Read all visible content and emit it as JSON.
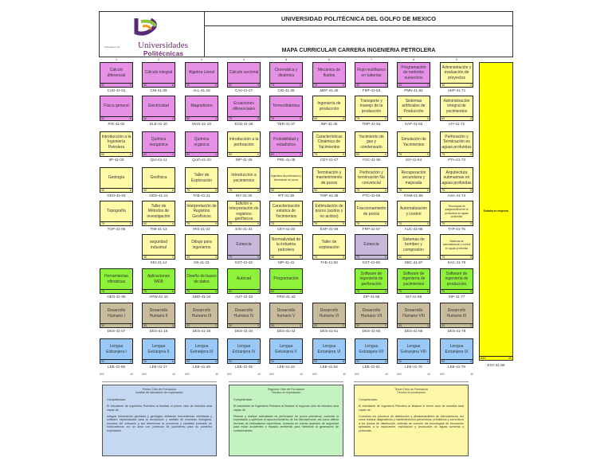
{
  "header": {
    "logo": {
      "small": "Subsistema de",
      "line1": "Universidades",
      "line2": "Politécnicas"
    },
    "title": "UNIVERSIDAD POLITÉCNICA DEL GOLFO DE MEXICO",
    "subtitle": "MAPA CURRICULAR CARRERA INGENIERIA PETROLERA"
  },
  "columns": [
    "1",
    "2",
    "3",
    "4",
    "5",
    "6",
    "7",
    "8",
    "9"
  ],
  "courses": [
    {
      "col": 0,
      "row": 0,
      "name": "Cálculo diferencial",
      "hours": "90",
      "credits": "6",
      "code": "CAD-41-01",
      "color": "pink"
    },
    {
      "col": 1,
      "row": 0,
      "name": "Cálculo integral",
      "hours": "90",
      "credits": "6",
      "code": "CNI-41-09",
      "color": "pink"
    },
    {
      "col": 2,
      "row": 0,
      "name": "Algebra Lineal",
      "hours": "90",
      "credits": "6",
      "code": "ALL-41-18",
      "color": "pink"
    },
    {
      "col": 3,
      "row": 0,
      "name": "Cálculo vectorial",
      "hours": "60",
      "credits": "4",
      "code": "CAV-41-27",
      "color": "pink"
    },
    {
      "col": 4,
      "row": 0,
      "name": "Cinemática y dinámica",
      "hours": "75",
      "credits": "5",
      "code": "CID-41-36",
      "color": "pink"
    },
    {
      "col": 5,
      "row": 0,
      "name": "Mecánica de fluidos",
      "hours": "75",
      "credits": "5",
      "code": "MEF-41-45",
      "color": "pink"
    },
    {
      "col": 6,
      "row": 0,
      "name": "Flujo multifasico en tuberías",
      "hours": "45",
      "credits": "3",
      "code": "FMT-41-53",
      "color": "pink"
    },
    {
      "col": 7,
      "row": 0,
      "name": "Programación de metodos numericos",
      "hours": "45",
      "credits": "3",
      "code": "PMN-41-62",
      "color": "pink"
    },
    {
      "col": 8,
      "row": 0,
      "name": "Administración y evaluación de proyectos",
      "hours": "30",
      "credits": "2",
      "code": "AEP-41-71",
      "color": "yellow"
    },
    {
      "col": 0,
      "row": 1,
      "name": "Física general",
      "hours": "90",
      "credits": "6",
      "code": "FIG-41-02",
      "color": "pink"
    },
    {
      "col": 1,
      "row": 1,
      "name": "Electricidad",
      "hours": "60",
      "credits": "4",
      "code": "ELE-41-10",
      "color": "pink"
    },
    {
      "col": 2,
      "row": 1,
      "name": "Magnetismo",
      "hours": "60",
      "credits": "4",
      "code": "MAG-41-19",
      "color": "pink"
    },
    {
      "col": 3,
      "row": 1,
      "name": "Ecuaciones diferenciales",
      "hours": "75",
      "credits": "5",
      "code": "ECD-41-28",
      "color": "pink"
    },
    {
      "col": 4,
      "row": 1,
      "name": "Termodinámica",
      "hours": "75",
      "credits": "5",
      "code": "TER-41-37",
      "color": "pink"
    },
    {
      "col": 5,
      "row": 1,
      "name": "Ingeniería de producción",
      "hours": "90",
      "credits": "6",
      "code": "INP-41-46",
      "color": "yellow"
    },
    {
      "col": 6,
      "row": 1,
      "name": "Transporte y manejo de la producción",
      "hours": "75",
      "credits": "5",
      "code": "TMP-41-54",
      "color": "yellow"
    },
    {
      "col": 7,
      "row": 1,
      "name": "Sistemas artificiales de Producción",
      "hours": "75",
      "credits": "5",
      "code": "SAP-41-63",
      "color": "yellow"
    },
    {
      "col": 8,
      "row": 1,
      "name": "Administración integral de yacimientos",
      "hours": "60",
      "credits": "4",
      "code": "AIY-41-72",
      "color": "yellow"
    },
    {
      "col": 0,
      "row": 2,
      "name": "Introducción a la Ingeniería Petrolera",
      "hours": "60",
      "credits": "4",
      "code": "IIP-41-03",
      "color": "yellow"
    },
    {
      "col": 1,
      "row": 2,
      "name": "Química inorgánica",
      "hours": "60",
      "credits": "4",
      "code": "QUI-41-11",
      "color": "pink"
    },
    {
      "col": 2,
      "row": 2,
      "name": "Química orgánica",
      "hours": "60",
      "credits": "4",
      "code": "QUO-41-20",
      "color": "pink"
    },
    {
      "col": 3,
      "row": 2,
      "name": "Introducción a la perforación",
      "hours": "60",
      "credits": "4",
      "code": "INP-41-29",
      "color": "yellow"
    },
    {
      "col": 4,
      "row": 2,
      "name": "Probabilidad y estadística",
      "hours": "60",
      "credits": "4",
      "code": "PRE-41-38",
      "color": "pink"
    },
    {
      "col": 5,
      "row": 2,
      "name": "Características Dinámica de Yacimientos",
      "hours": "75",
      "credits": "5",
      "code": "CDY-41-47",
      "color": "yellow"
    },
    {
      "col": 6,
      "row": 2,
      "name": "Yacimiento de gas y condensado",
      "hours": "60",
      "credits": "4",
      "code": "YGC-41-55",
      "color": "yellow"
    },
    {
      "col": 7,
      "row": 2,
      "name": "Simulación de Yacimientos",
      "hours": "75",
      "credits": "5",
      "code": "SIY-41-64",
      "color": "yellow"
    },
    {
      "col": 8,
      "row": 2,
      "name": "Perforación y Terminación en aguas profundas",
      "hours": "75",
      "credits": "5",
      "code": "PTA-41-73",
      "color": "yellow"
    },
    {
      "col": 0,
      "row": 3,
      "name": "Geología",
      "hours": "90",
      "credits": "6",
      "code": "GEO-41-04",
      "color": "yellow"
    },
    {
      "col": 1,
      "row": 3,
      "name": "Geofísica",
      "hours": "90",
      "credits": "6",
      "code": "GEO-41-12",
      "color": "yellow"
    },
    {
      "col": 2,
      "row": 3,
      "name": "Taller de Exploración",
      "hours": "75",
      "credits": "5",
      "code": "TAE-41-21",
      "color": "yellow"
    },
    {
      "col": 3,
      "row": 3,
      "name": "Introducción a yacimientos",
      "hours": "75",
      "credits": "5",
      "code": "INY-41-30",
      "color": "yellow"
    },
    {
      "col": 4,
      "row": 3,
      "name": "Ingeniería de perforación y terminación de pozos",
      "hours": "90",
      "credits": "6",
      "code": "IPT-41-39",
      "color": "yellow",
      "tiny": true
    },
    {
      "col": 5,
      "row": 3,
      "name": "Terminación y mantenimiento de pozos",
      "hours": "90",
      "credits": "6",
      "code": "TMP-41-48",
      "color": "yellow"
    },
    {
      "col": 6,
      "row": 3,
      "name": "Perforación y terminación No convencial",
      "hours": "75",
      "credits": "5",
      "code": "PTC-41-56",
      "color": "yellow"
    },
    {
      "col": 7,
      "row": 3,
      "name": "Recuperación secundaria y mejorada",
      "hours": "75",
      "credits": "5",
      "code": "RSM-41-65",
      "color": "yellow"
    },
    {
      "col": 8,
      "row": 3,
      "name": "Arquitectura submarinas en aguas profundas",
      "hours": "75",
      "credits": "5",
      "code": "ASA-41-74",
      "color": "yellow"
    },
    {
      "col": 0,
      "row": 4,
      "name": "Topografía",
      "hours": "75",
      "credits": "5",
      "code": "TOP-41-05",
      "color": "yellow"
    },
    {
      "col": 1,
      "row": 4,
      "name": "Taller de Métodos de investigación",
      "hours": "60",
      "credits": "4",
      "code": "TMI-41-13",
      "color": "yellow"
    },
    {
      "col": 2,
      "row": 4,
      "name": "Interpretación de Registros Geofísicos",
      "hours": "75",
      "credits": "5",
      "code": "IRG-41-22",
      "color": "yellow"
    },
    {
      "col": 3,
      "row": 4,
      "name": "Edición e interpretación de registros geofísicos",
      "hours": "75",
      "credits": "5",
      "code": "EIG-41-31",
      "color": "yellow"
    },
    {
      "col": 4,
      "row": 4,
      "name": "Caracterización estatica de Yacimientos",
      "hours": "75",
      "credits": "5",
      "code": "CEY-41-40",
      "color": "yellow"
    },
    {
      "col": 5,
      "row": 4,
      "name": "Estimulación de pozos (acidos y no acidos)",
      "hours": "75",
      "credits": "5",
      "code": "ESP-41-49",
      "color": "yellow"
    },
    {
      "col": 6,
      "row": 4,
      "name": "Fraccionamiento de pozos",
      "hours": "75",
      "credits": "5",
      "code": "FRP-41-57",
      "color": "yellow"
    },
    {
      "col": 7,
      "row": 4,
      "name": "Automatización y control",
      "hours": "75",
      "credits": "5",
      "code": "AUC-41-66",
      "color": "yellow"
    },
    {
      "col": 8,
      "row": 4,
      "name": "Tecnologías de aseguramiento de la producción en aguas profundas",
      "hours": "75",
      "credits": "5",
      "code": "TAP-41-75",
      "color": "yellow",
      "tiny": true
    },
    {
      "col": 1,
      "row": 5,
      "name": "seguridad industrial",
      "hours": "45",
      "credits": "3",
      "code": "SEI-41-14",
      "color": "yellow"
    },
    {
      "col": 2,
      "row": 5,
      "name": "Dibujo para ingenieros",
      "hours": "45",
      "credits": "3",
      "code": "DII-41-23",
      "color": "yellow"
    },
    {
      "col": 3,
      "row": 5,
      "name": "Estancia",
      "hours": "75",
      "credits": "5",
      "code": "EST-41-32",
      "color": "lavender"
    },
    {
      "col": 4,
      "row": 5,
      "name": "Normatividad de la industria petrolera",
      "hours": "45",
      "credits": "3",
      "code": "NIP-41-41",
      "color": "yellow"
    },
    {
      "col": 5,
      "row": 5,
      "name": "Taller de explotación",
      "hours": "75",
      "credits": "5",
      "code": "TAE-41-50",
      "color": "yellow"
    },
    {
      "col": 6,
      "row": 5,
      "name": "Estancia",
      "hours": "75",
      "credits": "5",
      "code": "EST-41-58",
      "color": "lavender"
    },
    {
      "col": 7,
      "row": 5,
      "name": "Sistemas de bombeo y compresión",
      "hours": "60",
      "credits": "4",
      "code": "SBC-41-67",
      "color": "yellow"
    },
    {
      "col": 8,
      "row": 5,
      "name": "Sistemas de automatización y control en aguas profundas",
      "hours": "75",
      "credits": "5",
      "code": "SAC-41-76",
      "color": "yellow",
      "tiny": true
    },
    {
      "col": 0,
      "row": 6,
      "name": "Herramientas ofimáticas",
      "hours": "75",
      "credits": "5",
      "code": "HEO-41-06",
      "color": "green"
    },
    {
      "col": 1,
      "row": 6,
      "name": "Aplicaciones WEB",
      "hours": "75",
      "credits": "5",
      "code": "APW-41-15",
      "color": "green"
    },
    {
      "col": 2,
      "row": 6,
      "name": "Diseño de bases de datos",
      "hours": "75",
      "credits": "5",
      "code": "DBD-41-24",
      "color": "green"
    },
    {
      "col": 3,
      "row": 6,
      "name": "Autocad",
      "hours": "60",
      "credits": "4",
      "code": "AUT-41-33",
      "color": "green"
    },
    {
      "col": 4,
      "row": 6,
      "name": "Programación",
      "hours": "60",
      "credits": "4",
      "code": "PRO-41-42",
      "color": "green"
    },
    {
      "col": 6,
      "row": 6,
      "name": "Software de ingeniería de perforación",
      "hours": "75",
      "credits": "5",
      "code": "SIP-41-59",
      "color": "green"
    },
    {
      "col": 7,
      "row": 6,
      "name": "Software de ingeniería de yacimientos",
      "hours": "75",
      "credits": "5",
      "code": "SIY-41-68",
      "color": "green"
    },
    {
      "col": 8,
      "row": 6,
      "name": "Software de ingeniería de producción",
      "hours": "75",
      "credits": "5",
      "code": "SIP-41-77",
      "color": "green"
    },
    {
      "col": 0,
      "row": 7,
      "name": "Desarrollo Humano I",
      "hours": "30",
      "credits": "2",
      "code": "DES-41-07",
      "color": "tan"
    },
    {
      "col": 1,
      "row": 7,
      "name": "Desarrollo Humano II",
      "hours": "30",
      "credits": "2",
      "code": "DES-41-16",
      "color": "tan"
    },
    {
      "col": 2,
      "row": 7,
      "name": "Desarrollo Humano III",
      "hours": "30",
      "credits": "2",
      "code": "DES-41-25",
      "color": "tan"
    },
    {
      "col": 3,
      "row": 7,
      "name": "Desarrollo Humano IV",
      "hours": "30",
      "credits": "2",
      "code": "DES-41-34",
      "color": "tan"
    },
    {
      "col": 4,
      "row": 7,
      "name": "Desarrollo humano V",
      "hours": "30",
      "credits": "2",
      "code": "DES-41-43",
      "color": "tan"
    },
    {
      "col": 5,
      "row": 7,
      "name": "Desarrollo Humano VI",
      "hours": "30",
      "credits": "2",
      "code": "DES-41-51",
      "color": "tan"
    },
    {
      "col": 6,
      "row": 7,
      "name": "Desarrollo Humano VII",
      "hours": "30",
      "credits": "2",
      "code": "DES-41-60",
      "color": "tan"
    },
    {
      "col": 7,
      "row": 7,
      "name": "Desarrollo Humano VIII",
      "hours": "30",
      "credits": "2",
      "code": "DES-41-69",
      "color": "tan"
    },
    {
      "col": 8,
      "row": 7,
      "name": "Desarrollo Humano IX",
      "hours": "30",
      "credits": "2",
      "code": "DES-41-78",
      "color": "tan"
    },
    {
      "col": 0,
      "row": 8,
      "name": "Lengua Extranjera I",
      "hours": "90",
      "credits": "6",
      "code": "LEE-41-08",
      "color": "blue"
    },
    {
      "col": 1,
      "row": 8,
      "name": "Lengua Extranjera II",
      "hours": "90",
      "credits": "6",
      "code": "LEE-41-17",
      "color": "blue"
    },
    {
      "col": 2,
      "row": 8,
      "name": "Lengua Extranjera III",
      "hours": "90",
      "credits": "6",
      "code": "LEE-41-26",
      "color": "blue"
    },
    {
      "col": 3,
      "row": 8,
      "name": "Lengua Extranjera IV",
      "hours": "90",
      "credits": "6",
      "code": "LEE-41-35",
      "color": "blue"
    },
    {
      "col": 4,
      "row": 8,
      "name": "Lengua Extranjera V",
      "hours": "90",
      "credits": "6",
      "code": "LEE-41-44",
      "color": "blue"
    },
    {
      "col": 5,
      "row": 8,
      "name": "Lengua Extranjera VI",
      "hours": "90",
      "credits": "6",
      "code": "LEE-41-52",
      "color": "blue"
    },
    {
      "col": 6,
      "row": 8,
      "name": "Lengua Extranjera VII",
      "hours": "90",
      "credits": "6",
      "code": "LEE-41-61",
      "color": "blue"
    },
    {
      "col": 7,
      "row": 8,
      "name": "Lengua Extranjera VIII",
      "hours": "90",
      "credits": "6",
      "code": "LEE-41-70",
      "color": "blue"
    },
    {
      "col": 8,
      "row": 8,
      "name": "Lengua Extranjera IX",
      "hours": "90",
      "credits": "6",
      "code": "LEE-41-79",
      "color": "blue"
    }
  ],
  "side_panel": {
    "label": "Estadía en empresa",
    "hours": "600",
    "credits": "40",
    "code": "EST-41-80"
  },
  "totals": [
    {
      "hours": "600",
      "credits": "40"
    },
    {
      "hours": "600",
      "credits": "40"
    },
    {
      "hours": "600",
      "credits": "40"
    },
    {
      "hours": "600",
      "credits": "40"
    },
    {
      "hours": "600",
      "credits": "40"
    },
    {
      "hours": "600",
      "credits": "40"
    },
    {
      "hours": "600",
      "credits": "40"
    },
    {
      "hours": "600",
      "credits": "40"
    },
    {
      "hours": "600",
      "credits": "40"
    }
  ],
  "cycles": [
    {
      "title": "Primer Ciclo de Formación",
      "subtitle": "Auxiliar de laboratorio de exploración",
      "heading": "Competencias:",
      "intro": "El estudiante de Ingeniería Petrolera al finalizar el primer ciclo de estudios será capaz de:",
      "body": "Integrar información geofísica y geológica utilizando herramientas ofimáticas y software especializado para la recolección y análisis de muestras litológicas, estudios del subsuelo y así determinar la presencia y cantidad probable de hidrocarburos en un área con potencial de yacimiento para su posterior explotación."
    },
    {
      "title": "Segundo Ciclo de Formación",
      "subtitle": "Técnico en explotación",
      "heading": "Competencias:",
      "intro": "El estudiante de Ingeniería Petrolera al finalizar el segundo ciclo de estudios será capaz de:",
      "body": "Planear y realizar actividades de perforación de pozos petroleros, controlar la explotación y optimizar el aprovechamiento de los hidrocarburos, así como utilizar técnicas de estimulación específicas, tomando en cuenta aspectos de seguridad para evitar accidentes e impacto ambiental para minimizar la generación de contaminantes."
    },
    {
      "title": "Tercer Ciclo de Formación",
      "subtitle": "Técnico en producción",
      "heading": "Competencias:",
      "intro": "El estudiante de Ingeniería Petrolera al finalizar el tercer ciclo de estudios será capaz de:",
      "body": "Coordinar los procesos de distribución y almacenamiento de hidrocarburos, así como realizar diagnósticos y mantenimientos preventivos, predictivos y correctivos a los ductos de distribución, además de conocer las tecnologías de innovación aplicadas a la exploración, explotación y producción en aguas someras y profundas."
    }
  ],
  "colors": {
    "pink": "#e691e6",
    "yellow": "#fffaa8",
    "green": "#8ff23a",
    "tan": "#c9bc9c",
    "blue": "#99caf7",
    "lavender": "#c8b8dc",
    "side": "#ffff00"
  }
}
